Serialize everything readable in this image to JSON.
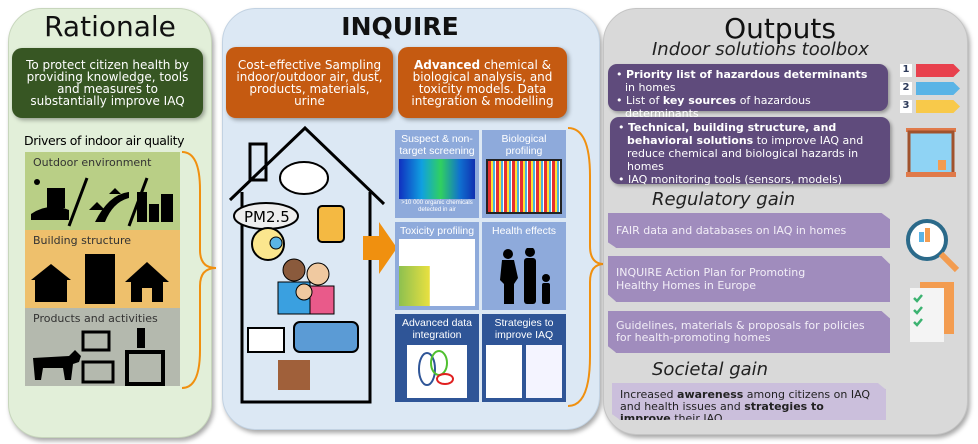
{
  "rationale": {
    "title": "Rationale",
    "goal": "To protect citizen health by providing knowledge, tools and measures to substantially improve IAQ",
    "drivers_heading": "Drivers of indoor air quality",
    "drivers": [
      {
        "label": "Outdoor environment",
        "color": "#b9cf86"
      },
      {
        "label": "Building structure",
        "color": "#eec06c"
      },
      {
        "label": "Products and activities",
        "color": "#b4b9ae"
      }
    ]
  },
  "inquire": {
    "title": "INQUIRE",
    "sampling": "Cost-effective Sampling indoor/outdoor air, dust, products, materials, urine",
    "analysis_bold": "Advanced",
    "analysis_rest": " chemical & biological analysis, and toxicity models. Data integration & modelling",
    "house_label": "PM2.5",
    "tiles": [
      {
        "label": "Suspect & non-target screening",
        "caption": ">10 000 organic chemicals detected in air"
      },
      {
        "label": "Biological profiling"
      },
      {
        "label": "Toxicity profiling"
      },
      {
        "label": "Health effects"
      },
      {
        "label": "Advanced data integration"
      },
      {
        "label": "Strategies to improve IAQ"
      }
    ]
  },
  "outputs": {
    "title": "Outputs",
    "toolbox": {
      "heading": "Indoor solutions toolbox",
      "box1": [
        {
          "bold": "Priority list of hazardous determinants",
          "rest": " in homes"
        },
        {
          "pre": "List of ",
          "bold": "key sources",
          "rest": " of hazardous determinants"
        }
      ],
      "box2": [
        {
          "bold": "Technical, building structure, and behavioral solutions",
          "rest": " to improve IAQ and reduce chemical and biological hazards in homes"
        },
        {
          "rest": "IAQ monitoring tools (sensors, models)"
        }
      ],
      "ranks": [
        "1",
        "2",
        "3"
      ]
    },
    "regulatory": {
      "heading": "Regulatory gain",
      "items": [
        "FAIR data and databases on IAQ in homes",
        "INQUIRE Action Plan for Promoting Healthy Homes in Europe",
        "Guidelines, materials & proposals for policies for health-promoting homes"
      ]
    },
    "societal": {
      "heading": "Societal gain",
      "pre": "Increased ",
      "bold1": "awareness",
      "mid": " among citizens on IAQ and health issues and ",
      "bold2": "strategies to improve",
      "post": " their IAQ"
    }
  },
  "colors": {
    "orange": "#f0900f",
    "green": "#375623",
    "brown": "#c55a11",
    "purple": "#5f4b7c"
  }
}
